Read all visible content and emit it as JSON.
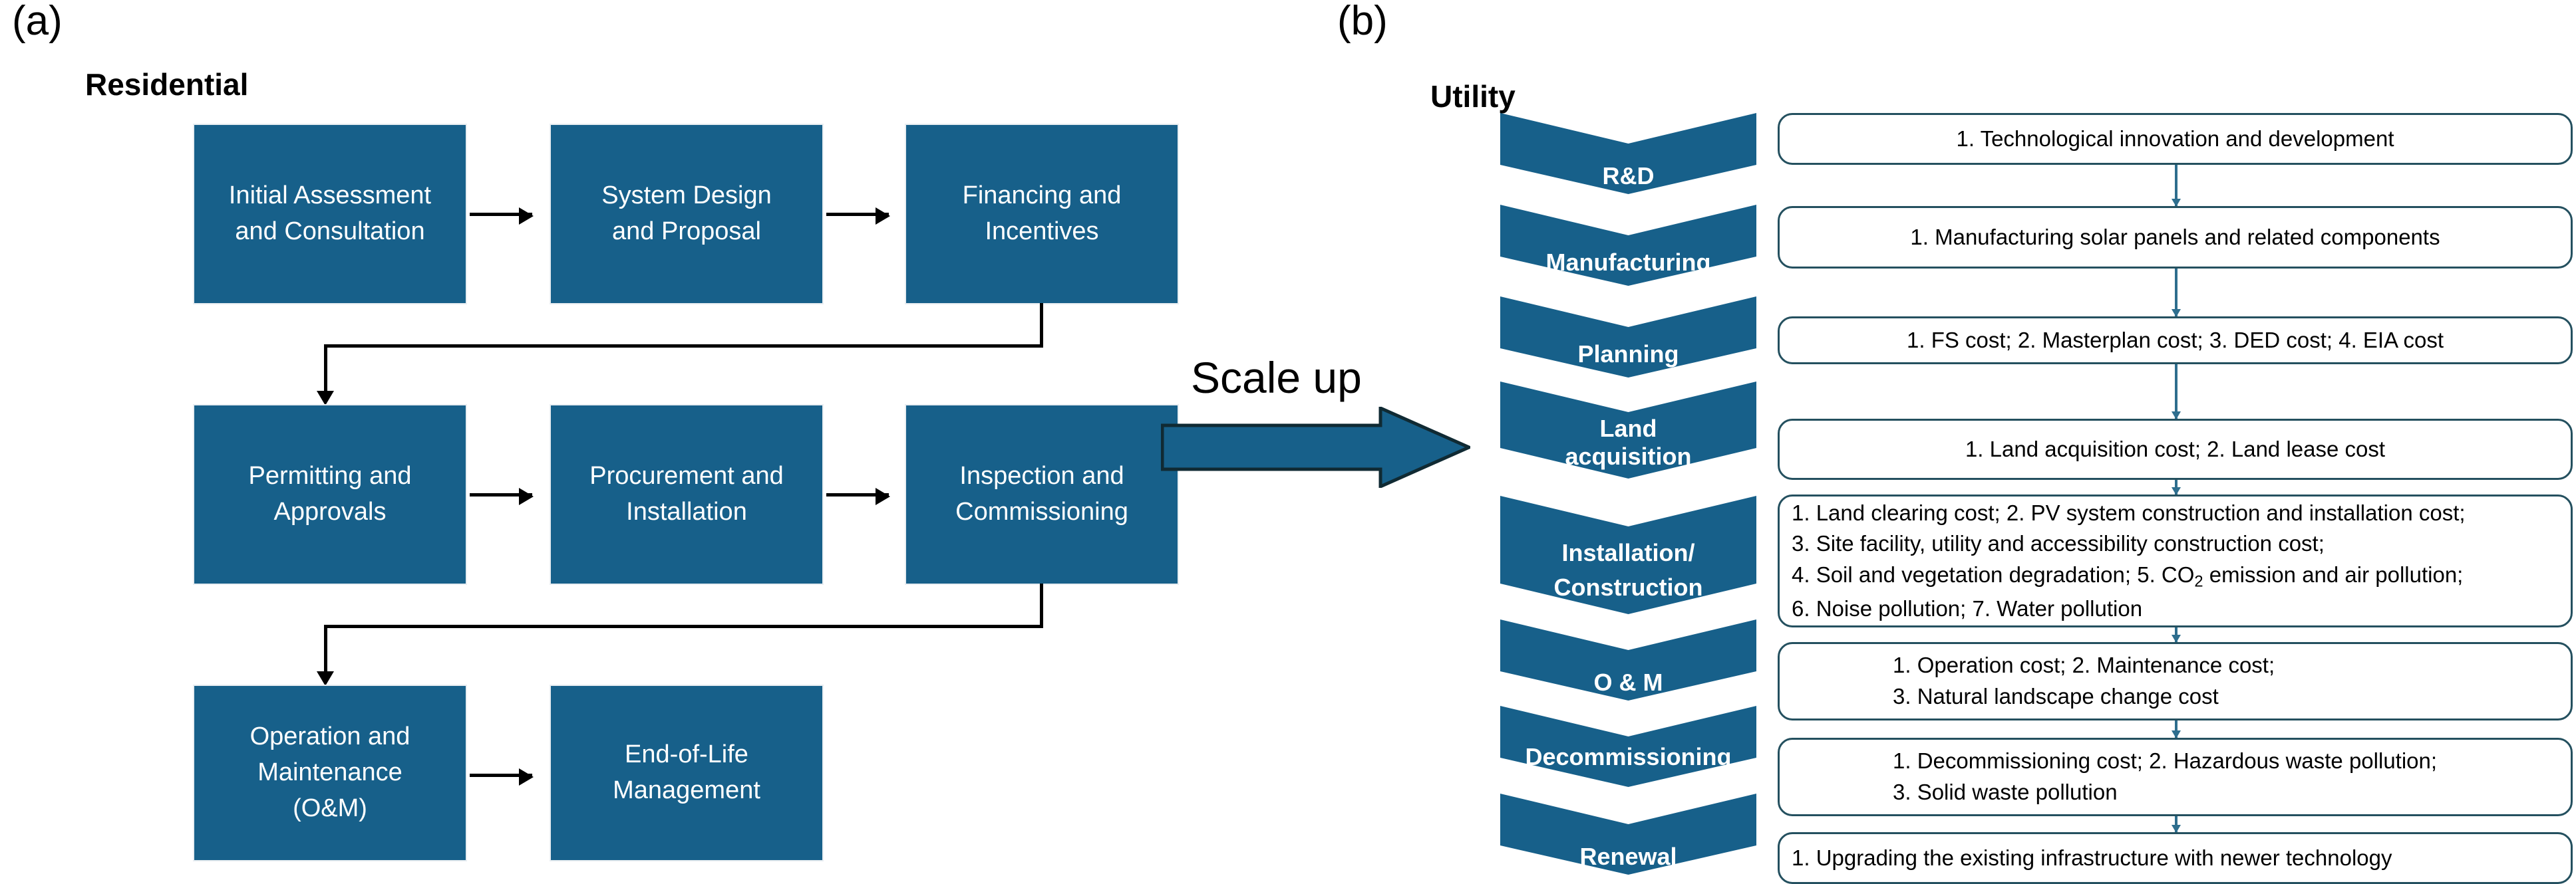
{
  "panels": {
    "a": {
      "tag": "(a)",
      "title": "Residential",
      "boxes": [
        {
          "id": "initial-assessment",
          "label": "Initial Assessment and Consultation"
        },
        {
          "id": "system-design",
          "label": "System Design and Proposal"
        },
        {
          "id": "financing-incentives",
          "label": "Financing and Incentives"
        },
        {
          "id": "permitting-approvals",
          "label": "Permitting and Approvals"
        },
        {
          "id": "procurement-installation",
          "label": "Procurement and Installation"
        },
        {
          "id": "inspection-commissioning",
          "label": "Inspection and Commissioning"
        },
        {
          "id": "operation-maintenance",
          "label": "Operation and Maintenance (O&M)"
        },
        {
          "id": "end-of-life",
          "label": "End-of-Life Management"
        }
      ],
      "box_lines": {
        "initial-assessment": [
          "Initial Assessment",
          "and Consultation"
        ],
        "system-design": [
          "System Design",
          "and Proposal"
        ],
        "financing-incentives": [
          "Financing and",
          "Incentives"
        ],
        "permitting-approvals": [
          "Permitting and",
          "Approvals"
        ],
        "procurement-installation": [
          "Procurement and",
          "Installation"
        ],
        "inspection-commissioning": [
          "Inspection and",
          "Commissioning"
        ],
        "operation-maintenance": [
          "Operation and",
          "Maintenance",
          "(O&M)"
        ],
        "end-of-life": [
          "End-of-Life",
          "Management"
        ]
      }
    },
    "b": {
      "tag": "(b)",
      "title": "Utility",
      "stages": [
        {
          "id": "rd",
          "label": "R&D"
        },
        {
          "id": "manufacturing",
          "label": "Manufacturing"
        },
        {
          "id": "planning",
          "label": "Planning"
        },
        {
          "id": "land-acquisition",
          "label": "Land acquisition"
        },
        {
          "id": "installation-construction",
          "label": "Installation/ Construction"
        },
        {
          "id": "om",
          "label": "O & M"
        },
        {
          "id": "decommissioning",
          "label": "Decommissioning"
        },
        {
          "id": "renewal",
          "label": "Renewal"
        }
      ],
      "stage_lines": {
        "rd": [
          "R&D"
        ],
        "manufacturing": [
          "Manufacturing"
        ],
        "planning": [
          "Planning"
        ],
        "land-acquisition": [
          "Land",
          "acquisition"
        ],
        "installation-construction": [
          "Installation/",
          "Construction"
        ],
        "om": [
          "O & M"
        ],
        "decommissioning": [
          "Decommissioning"
        ],
        "renewal": [
          "Renewal"
        ]
      },
      "details": [
        {
          "id": "detail-rd",
          "align": "center",
          "lines": [
            "1. Technological innovation and development"
          ]
        },
        {
          "id": "detail-manufacturing",
          "align": "center",
          "lines": [
            "1. Manufacturing solar panels and related components"
          ]
        },
        {
          "id": "detail-planning",
          "align": "center",
          "lines": [
            "1. FS cost; 2. Masterplan cost; 3. DED cost; 4. EIA cost"
          ]
        },
        {
          "id": "detail-land-acquisition",
          "align": "center",
          "lines": [
            "1.   Land acquisition cost; 2. Land lease cost"
          ]
        },
        {
          "id": "detail-installation-construction",
          "align": "left",
          "lines": [
            "1. Land clearing cost; 2. PV system construction and installation cost;",
            "3. Site facility, utility and accessibility construction cost;",
            "4. Soil and vegetation degradation; 5. CO<sub>2</sub> emission and air pollution;",
            "6. Noise pollution; 7. Water pollution"
          ]
        },
        {
          "id": "detail-om",
          "align": "indent",
          "lines": [
            "1. Operation cost; 2. Maintenance cost;",
            "3. Natural landscape change cost"
          ]
        },
        {
          "id": "detail-decommissioning",
          "align": "indent",
          "lines": [
            "1. Decommissioning cost; 2. Hazardous waste pollution;",
            "3. Solid waste pollution"
          ]
        },
        {
          "id": "detail-renewal",
          "align": "left",
          "lines": [
            "1. Upgrading the existing infrastructure with newer technology"
          ]
        }
      ]
    }
  },
  "connector": {
    "scale_up_label": "Scale up"
  },
  "colors": {
    "brand_blue": "#17608A",
    "box_border": "#24505f",
    "connector_blue": "#2E6E8E",
    "arrow_black": "#000000",
    "text_on_blue": "#ffffff"
  }
}
